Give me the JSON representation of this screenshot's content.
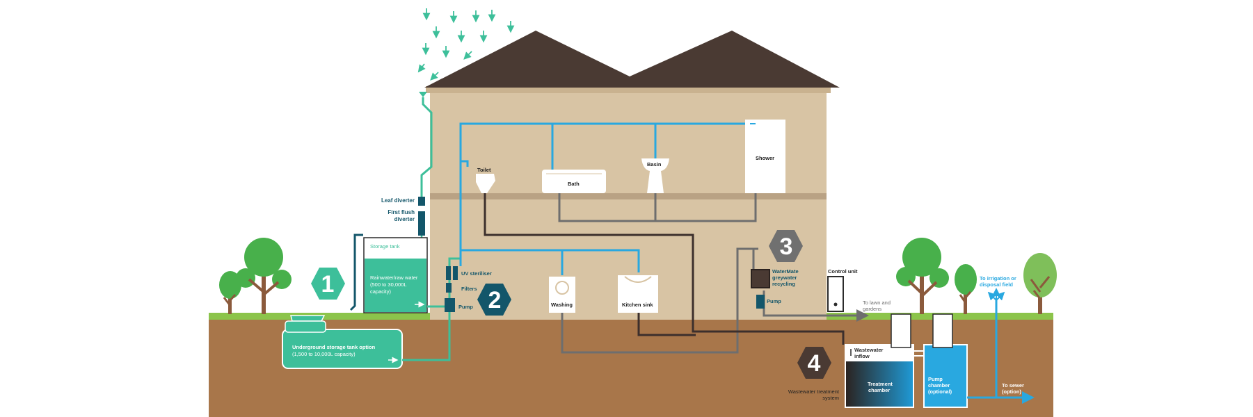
{
  "colors": {
    "roof": "#4a3a33",
    "house": "#d8c4a4",
    "floor": "#b9a284",
    "grass": "#8cc44b",
    "soil": "#a8764a",
    "rain_teal": "#3dbf9a",
    "teal_dark": "#0f5d6b",
    "cold_blue": "#29a8e0",
    "grey_pipe": "#6e6e6e",
    "black_pipe": "#3c2f2c",
    "hex_teal": "#3dbf9a",
    "hex_navy": "#13566a",
    "hex_grey": "#707070",
    "hex_brown": "#4a3a33",
    "tree_green": "#48b04b",
    "tree_trunk": "#8b5a3c"
  },
  "steps": [
    {
      "number": "1"
    },
    {
      "number": "2"
    },
    {
      "number": "3"
    },
    {
      "number": "4"
    }
  ],
  "labels": {
    "leaf_diverter": "Leaf diverter",
    "first_flush_1": "First flush",
    "first_flush_2": "diverter",
    "storage_tank": "Storage tank",
    "rainwater_1": "Rainwater/raw water",
    "rainwater_2": "(500 to 30,000L",
    "rainwater_3": "capacity)",
    "underground_1": "Underground storage tank option",
    "underground_2": "(1,500 to 10,000L capacity)",
    "uv_steriliser": "UV steriliser",
    "filters": "Filters",
    "pump": "Pump",
    "toilet": "Toilet",
    "bath": "Bath",
    "basin": "Basin",
    "shower": "Shower",
    "washing": "Washing",
    "kitchen_sink": "Kitchen sink",
    "watermate_1": "WaterMate",
    "watermate_2": "greywater",
    "watermate_3": "recycling",
    "pump_grey": "Pump",
    "control_unit": "Control unit",
    "lawn_1": "To lawn and",
    "lawn_2": "gardens",
    "irrigation_1": "To irrigation or",
    "irrigation_2": "disposal field",
    "wastewater_inflow_1": "Wastewater",
    "wastewater_inflow_2": "inflow",
    "treatment_1": "Treatment",
    "treatment_2": "chamber",
    "pump_chamber_1": "Pump",
    "pump_chamber_2": "chamber",
    "pump_chamber_3": "(optional)",
    "wastewater_system_1": "Wastewater treatment",
    "wastewater_system_2": "system",
    "sewer_1": "To sewer",
    "sewer_2": "(option)"
  }
}
